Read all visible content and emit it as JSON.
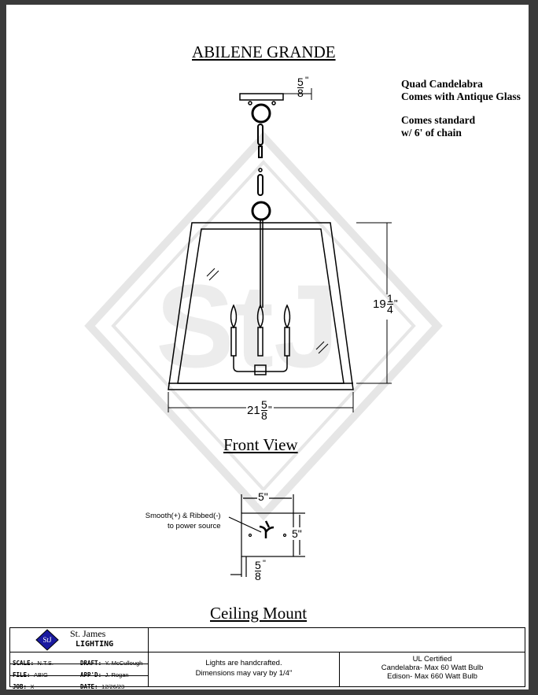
{
  "title": "ABILENE GRANDE",
  "notes": [
    "Quad Candelabra",
    "Comes with Antique Glass",
    "Comes standard",
    "w/ 6' of chain"
  ],
  "dimensions": {
    "canopy_thickness": {
      "num": "5",
      "den": "8",
      "suffix": "\""
    },
    "height": {
      "whole": "19",
      "num": "1",
      "den": "4",
      "suffix": "\""
    },
    "width": {
      "whole": "21",
      "num": "5",
      "den": "8",
      "suffix": "\""
    },
    "mount_width": "5\"",
    "mount_height": "5\"",
    "mount_thickness": {
      "num": "5",
      "den": "8",
      "suffix": "\""
    }
  },
  "views": {
    "front": "Front View",
    "ceiling": "Ceiling Mount"
  },
  "wire_note": [
    "Smooth(+) & Ribbed(-)",
    "to power source"
  ],
  "title_block": {
    "brand_top": "St. James",
    "brand_bottom": "LIGHTING",
    "logo_text": "StJ",
    "scale_label": "SCALE:",
    "scale": "N.T.S.",
    "file_label": "FILE:",
    "file": "ABIG",
    "job_label": "JOB:",
    "job": "X",
    "draft_label": "DRAFT:",
    "draft": "Y. McCullough",
    "appd_label": "APP'D:",
    "appd": "J. Rogan",
    "date_label": "DATE:",
    "date": "12/26/23",
    "handcrafted": [
      "Lights are handcrafted.",
      "Dimensions may vary by 1/4\""
    ],
    "certification": [
      "UL Certified",
      "Candelabra- Max 60 Watt Bulb",
      "Edison- Max 660 Watt Bulb"
    ]
  }
}
